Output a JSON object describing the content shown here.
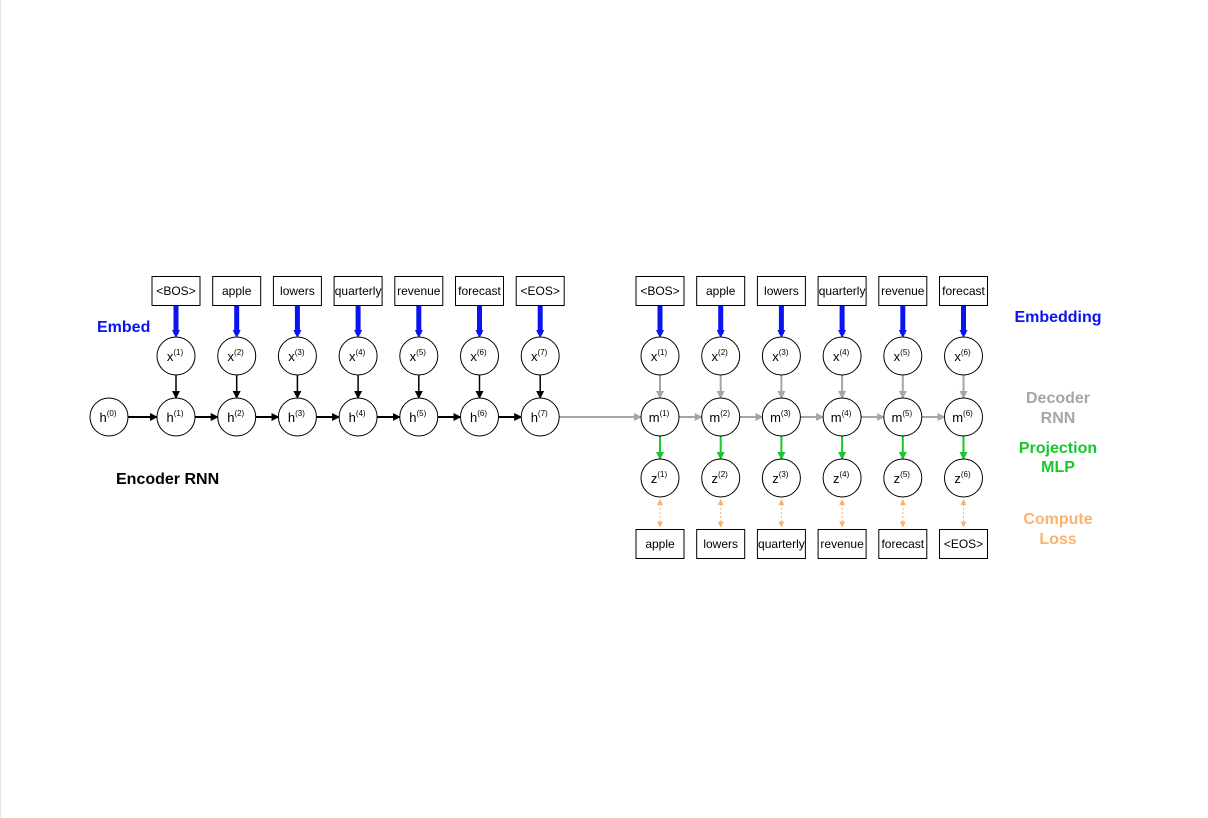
{
  "diagram": {
    "colors": {
      "embed": "#0a14f0",
      "recurrent": "#000000",
      "decoder": "#a6a6a6",
      "projection": "#16c82c",
      "loss": "#f8b46e",
      "node_stroke": "#000000",
      "node_fill": "#ffffff"
    },
    "encoder": {
      "input_tokens": [
        "<BOS>",
        "apple",
        "lowers",
        "quarterly",
        "revenue",
        "forecast",
        "<EOS>"
      ],
      "embedding_nodes": [
        {
          "base": "x",
          "sup": "(1)"
        },
        {
          "base": "x",
          "sup": "(2)"
        },
        {
          "base": "x",
          "sup": "(3)"
        },
        {
          "base": "x",
          "sup": "(4)"
        },
        {
          "base": "x",
          "sup": "(5)"
        },
        {
          "base": "x",
          "sup": "(6)"
        },
        {
          "base": "x",
          "sup": "(7)"
        }
      ],
      "initial_hidden": {
        "base": "h",
        "sup": "(0)"
      },
      "hidden_nodes": [
        {
          "base": "h",
          "sup": "(1)"
        },
        {
          "base": "h",
          "sup": "(2)"
        },
        {
          "base": "h",
          "sup": "(3)"
        },
        {
          "base": "h",
          "sup": "(4)"
        },
        {
          "base": "h",
          "sup": "(5)"
        },
        {
          "base": "h",
          "sup": "(6)"
        },
        {
          "base": "h",
          "sup": "(7)"
        }
      ]
    },
    "decoder": {
      "input_tokens": [
        "<BOS>",
        "apple",
        "lowers",
        "quarterly",
        "revenue",
        "forecast"
      ],
      "embedding_nodes": [
        {
          "base": "x",
          "sup": "(1)"
        },
        {
          "base": "x",
          "sup": "(2)"
        },
        {
          "base": "x",
          "sup": "(3)"
        },
        {
          "base": "x",
          "sup": "(4)"
        },
        {
          "base": "x",
          "sup": "(5)"
        },
        {
          "base": "x",
          "sup": "(6)"
        }
      ],
      "hidden_nodes": [
        {
          "base": "m",
          "sup": "(1)"
        },
        {
          "base": "m",
          "sup": "(2)"
        },
        {
          "base": "m",
          "sup": "(3)"
        },
        {
          "base": "m",
          "sup": "(4)"
        },
        {
          "base": "m",
          "sup": "(5)"
        },
        {
          "base": "m",
          "sup": "(6)"
        }
      ],
      "output_nodes": [
        {
          "base": "z",
          "sup": "(1)"
        },
        {
          "base": "z",
          "sup": "(2)"
        },
        {
          "base": "z",
          "sup": "(3)"
        },
        {
          "base": "z",
          "sup": "(4)"
        },
        {
          "base": "z",
          "sup": "(5)"
        },
        {
          "base": "z",
          "sup": "(6)"
        }
      ],
      "target_tokens": [
        "apple",
        "lowers",
        "quarterly",
        "revenue",
        "forecast",
        "<EOS>"
      ]
    },
    "labels": {
      "embed": "Embed",
      "encoder_rnn": "Encoder RNN",
      "embedding": "Embedding",
      "decoder_line1": "Decoder",
      "decoder_line2": "RNN",
      "projection_line1": "Projection",
      "projection_line2": "MLP",
      "loss_line1": "Compute",
      "loss_line2": "Loss"
    }
  }
}
